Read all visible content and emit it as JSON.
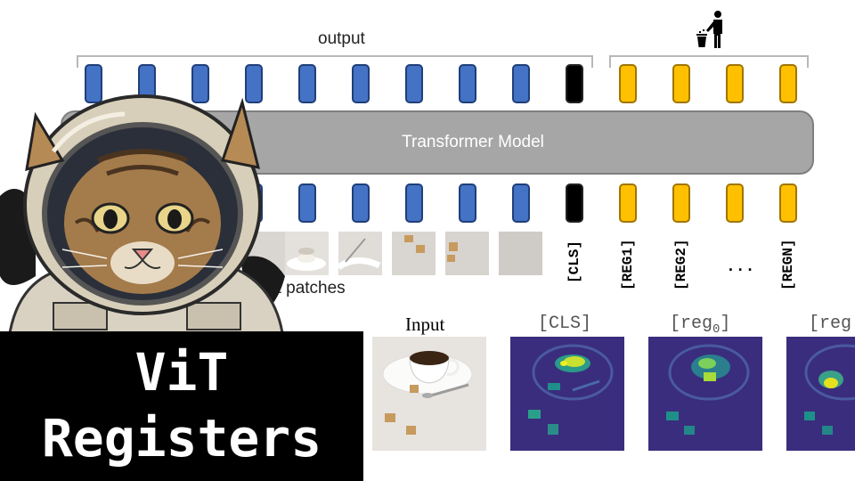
{
  "diagram": {
    "output_label": "output",
    "transformer_label": "Transformer Model",
    "input_patches_label": "ut patches",
    "token_labels": [
      "[CLS]",
      "[REG1]",
      "[REG2]",
      "...",
      "[REGN]"
    ]
  },
  "figure": {
    "titles": [
      "Input",
      "[CLS]",
      "[reg",
      "0",
      "]",
      "[reg"
    ]
  },
  "thumbnail": {
    "title_line1": "ViT",
    "title_line2": "Registers"
  },
  "colors": {
    "patch_token": "#4472c4",
    "cls_token": "#000000",
    "register_token": "#ffc000",
    "transformer_box": "#a6a6a6",
    "title_background": "#000000"
  },
  "icons": [
    "trash-person-icon",
    "astronaut-cat-illustration"
  ]
}
